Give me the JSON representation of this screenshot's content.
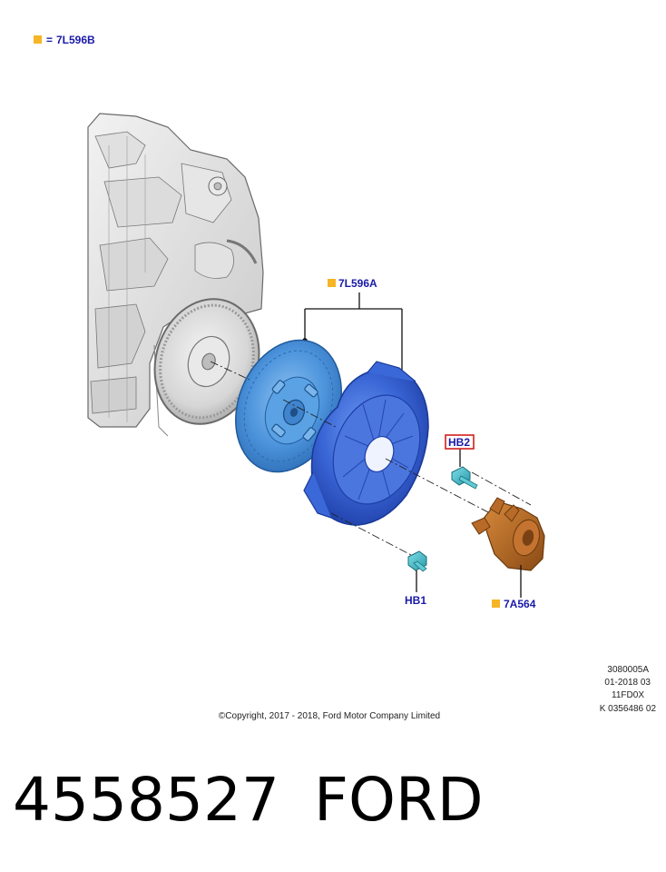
{
  "legend": {
    "key_symbol": "=",
    "key_part": "7L596B"
  },
  "callouts": {
    "clutch_kit": "7L596A",
    "bolt_hb2": "HB2",
    "bolt_hb1": "HB1",
    "slave_cylinder": "7A564"
  },
  "reference_codes": [
    "3080005A",
    "01-2018 03",
    "11FD0X",
    "K 0356486 02"
  ],
  "copyright": "©Copyright, 2017 - 2018, Ford Motor Company Limited",
  "footer": {
    "part_number": "4558527",
    "brand": "FORD"
  },
  "colors": {
    "callout_text": "#1a1aa8",
    "marker_square": "#f5b526",
    "hb2_box": "#d21e1e",
    "clutch_parts": "#3a7fd6",
    "pressure_plate": "#2f5fd0",
    "bolts": "#3cb8c8",
    "slave_cylinder": "#b8661e"
  }
}
